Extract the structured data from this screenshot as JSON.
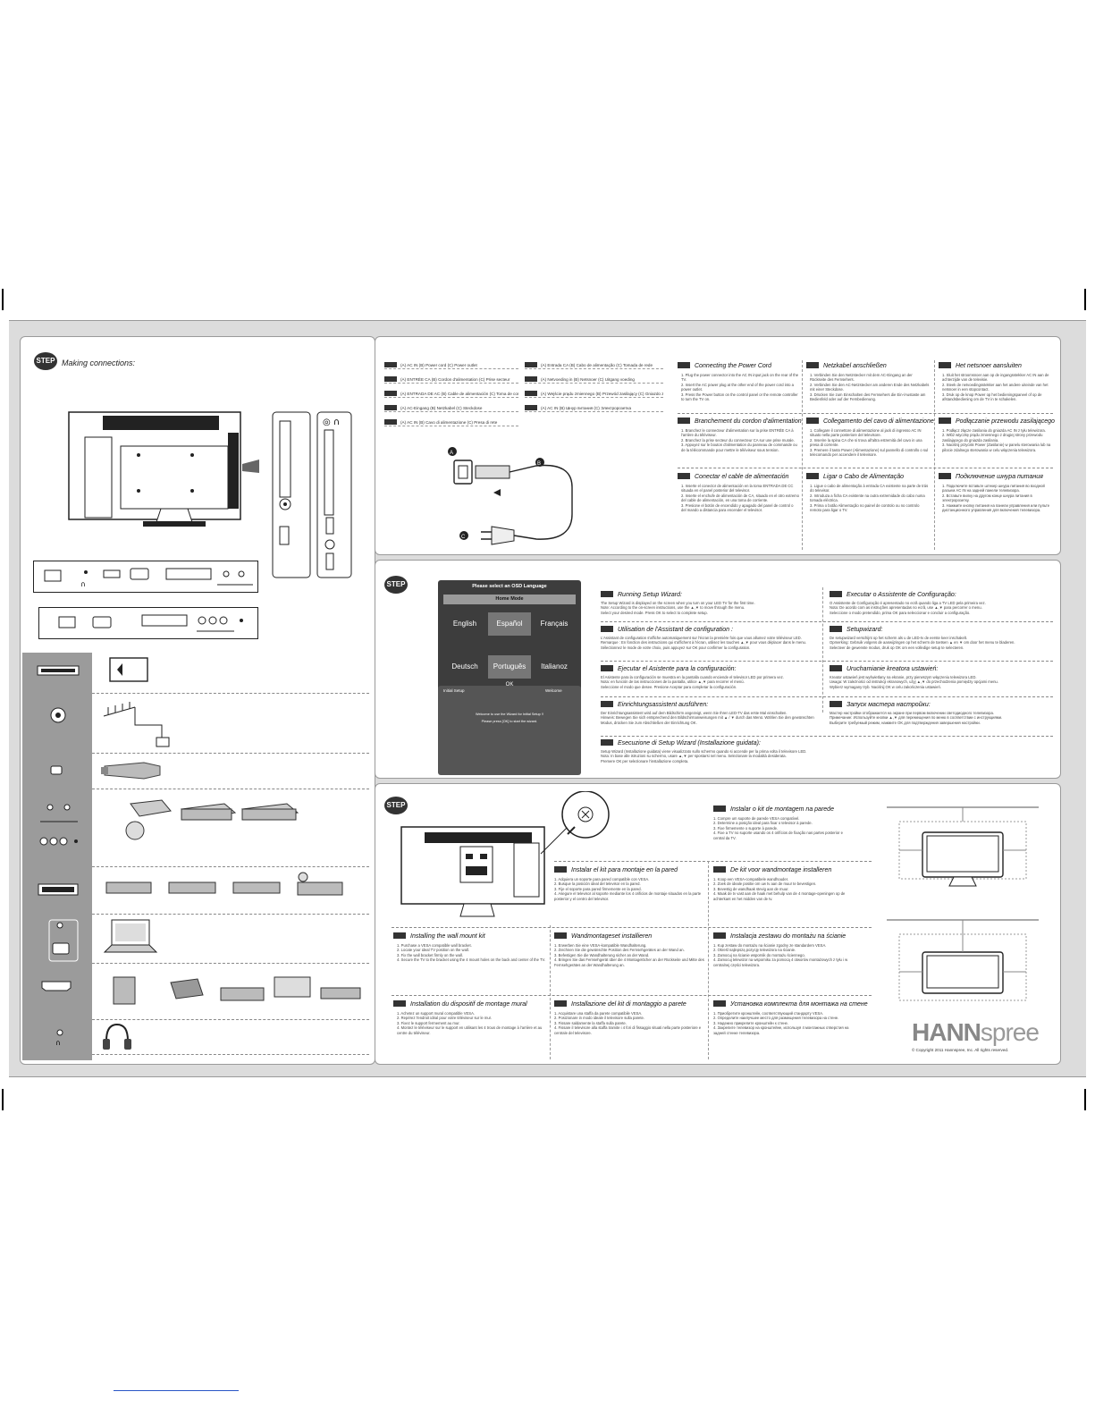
{
  "step1": {
    "badge": "STEP",
    "title": "Making connections:"
  },
  "power_legend": [
    "(A) AC IN (B) Power cord (C) Power outlet",
    "(A) ENTRÉE CA (B) Cordon d'alimentation (C) Prise secteur",
    "(A) ENTRADA DE AC (B) Cable de alimentación (C) Toma de corriente",
    "(A) AC-Eingang (B) Netzkabel (C) Steckdose",
    "(A) AC IN (B) Cavo di alimentazione (C) Presa di rete",
    "(A) Entrada CA (B) Cabo de alimentação (C) Tomada de rede",
    "(A) Netvoeding in (B) Netsnoer (C) Uitgang voeding",
    "(A) Wejście prądu zmiennego (B) Przewód zasilający (C) Gniazdo zasilania",
    "(A) AC IN (B) Шнур питания (C) Электророзетка"
  ],
  "power_diagram_labels": {
    "a": "A",
    "b": "B",
    "c": "C"
  },
  "power_sections": [
    {
      "title": "Connecting the Power Cord",
      "body": "1. Plug the power connector into the AC IN input jack on the rear of the TV.\n2. Insert the AC power plug at the other end of the power cord into a power outlet.\n3. Press the Power button on the control panel or the remote controller to turn the TV on."
    },
    {
      "title": "Netzkabel anschließen",
      "body": "1. Verbinden Sie den Netzstecker mit dem AC-Eingang an der Rückseite des Fernsehers.\n2. Verbinden Sie den AC-Netzstecker am anderen Ende des Netzkabels mit einer Steckdose.\n3. Drücken Sie zum Einschalten des Fernsehers die Ein-/Austaste am Bedienfeld oder auf der Fernbedienung."
    },
    {
      "title": "Het netsnoer aansluiten",
      "body": "1. Sluit het stroomsnoer aan op de ingangsstekker AC IN aan de achterzijde van de televisie.\n2. Steek de netvoedingsstekker aan het andere uiteinde van het netsnoer in een stopcontact.\n3. Druk op de knop Power op het bedieningspaneel of op de afstandsbediening om de TV in te schakelen."
    },
    {
      "title": "Branchement du cordon d'alimentation",
      "body": "1. Branchez le connecteur d'alimentation sur la prise ENTRÉE CA à l'arrière du téléviseur.\n2. Branchez la prise secteur du connecteur CA sur une prise murale.\n3. Appuyez sur le bouton d'alimentation du panneau de commande ou de la télécommande pour mettre le téléviseur sous tension."
    },
    {
      "title": "Collegamento del cavo di alimentazione",
      "body": "1. Collegare il connettore di alimentazione al jack di ingresso AC IN situato nella parte posteriore del televisore.\n2. Inserire la spina CA che si trova all'altra estremità del cavo in una presa di corrente.\n3. Premere il tasto Power (Alimentazione) sul pannello di controllo o sul telecomando per accendere il televisore."
    },
    {
      "title": "Podłączanie przewodu zasilającego",
      "body": "1. Podłącz złącze zasilania do gniazda AC IN z tyłu telewizora.\n2. Włóż wtyczkę prądu zmiennego z drugiej strony przewodu zasilającego do gniazda zasilania.\n3. Naciśnij przycisk Power (Zasilanie) w panelu sterowania lub na pilocie zdalnego sterowania w celu włączenia telewizora."
    },
    {
      "title": "Conectar el cable de alimentación",
      "body": "1. Inserte el conector de alimentación en la toma ENTRADA DE CC situada en el panel posterior del televisor.\n2. Inserte el enchufe de alimentación de CA, situado en el otro extremo del cable de alimentación, en una toma de corriente.\n3. Presione el botón de encendido y apagado del panel de control o del mando a distancia para encender el televisor."
    },
    {
      "title": "Ligar o Cabo de Alimentação",
      "body": "1. Ligue o cabo de alimentação à entrada CA existente na parte de trás do televisor.\n2. Introduza a ficha CA existente na outra extremidade do cabo numa tomada eléctrica.\n3. Prima o botão Alimentação no painel de controlo ou no controlo remoto para ligar o TV."
    },
    {
      "title": "Подключение шнура питания",
      "body": "1. Подключите вставьте штекер шнура питания во входной разъем AC IN на задней панели телевизора.\n2. Вставьте вилку на другом конце шнура питания в электророзетку.\n3. Нажмите кнопку питания на панели управления или пульте дистанционного управления для включения телевизора."
    }
  ],
  "step2": {
    "badge": "STEP"
  },
  "osd": {
    "title": "Please select an OSD Language",
    "mode": "Home Mode",
    "languages": [
      "English",
      "Español",
      "Français",
      "Deutsch",
      "Português",
      "Italianoz"
    ],
    "ok": "OK"
  },
  "setup_screen": {
    "left": "Initial Setup",
    "right": "Welcome",
    "line1": "Welcome to use the Wizard for Initial Setup !!",
    "line2": "Please press [OK] to start the wizard."
  },
  "wizard_sections": [
    {
      "title": "Running Setup Wizard:",
      "body": "The Setup Wizard is displayed on the screen when you turn on your LED TV for the first time.\nNote: According to the on-screen instructions, use the ▲,▼ to move through the menu.\nSelect your desired mode. Press OK to select to complete setup."
    },
    {
      "title": "Executar o Assistente de Configuração:",
      "body": "O Assistente de Configuração é apresentado no ecrã quando liga a TV LED pela primeira vez.\nNota: De acordo com as instruções apresentadas no ecrã, use ▲,▼ para percorrer o menu.\nSeleccione o modo pretendido, prima OK para seleccionar e concluir a configuração."
    },
    {
      "title": "Utilisation de l'Assistant de configuration :",
      "body": "L'Assistant de configuration s'affiche automatiquement sur l'écran la première fois que vous allumez votre téléviseur LED.\nRemarque : En fonction des instructions qui s'affichent à l'écran, utilisez les touches ▲,▼ pour vous déplacer dans le menu.\nSélectionnez le mode de votre choix, puis appuyez sur OK pour confirmer la configuration."
    },
    {
      "title": "Setupwizard:",
      "body": "De setupwizard verschijnt op het scherm als u de LED-tv de eerste keer inschakelt.\nOpmerking: Gebruik volgens de aanwijzingen op het scherm de toetsen ▲ en ▼ om door het menu te bladeren.\nSelecteer de gewenste modus, druk op OK om een volledige setup te selecteren."
    },
    {
      "title": "Ejecutar el Asistente para la configuración:",
      "body": "El Asistente para la configuración se muestra en la pantalla cuando enciende el televisor LED por primera vez.\nNota: en función de las instrucciones de la pantalla, utilice ▲,▼ para recorrer el menú.\nSeleccione el modo que desee. Presione Aceptar para completar la configuración."
    },
    {
      "title": "Uruchamianie kreatora ustawień:",
      "body": "Kreator ustawień jest wyświetlany na ekranie, przy pierwszym włączeniu telewizora LED.\nUwaga: W zależności od instrukcji ekranowych, użyj ▲,▼ do przechodzenia pomiędzy opcjami menu.\nWybierz wymagany tryb. Naciśnij OK w celu zakończenia ustawień."
    },
    {
      "title": "Einrichtungsassistent ausführen:",
      "body": "Der Einrichtungsassistent wird auf dem Bildschirm angezeigt, wenn Sie Ihren LED-TV das erste Mal einschalten.\nHinweis: Bewegen Sie sich entsprechend den Bildschirmanweisungen mit ▲ / ▼ durch das Menü. Wählen Sie den gewünschten Modus, drücken Sie zum Abschließen der Einrichtung OK."
    },
    {
      "title": "Запуск мастера настройки:",
      "body": "Мастер настройки отображается на экране при первом включении светодиодного телевизора.\nПримечание: Используйте кнопки ▲,▼ для перемещения по меню в соответствии с инструкциями.\nВыберите требуемый режим, нажмите OK для подтверждения завершения настройки."
    },
    {
      "title": "Esecuzione di Setup Wizard (Installazione guidata):",
      "body": "Setup Wizard (Installazione guidata) viene visualizzato sullo schermo quando si accende per la prima volta il televisore LED.\nNota: In base alle istruzioni su schermo, usare ▲,▼ per spostarsi nel menu. Selezionare la modalità desiderata.\nPremere OK per selezionare l'installazione completa."
    }
  ],
  "step3": {
    "badge": "STEP"
  },
  "wall_sections": [
    {
      "title": "Instalar o kit de montagem na parede",
      "body": "1. Compre um suporte de parede VESA compatível.\n2. Determine a posição ideal para fixar o televisor à parede.\n3. Fixe firmemente o suporte à parede.\n4. Fixe a TV no suporte usando os 4 orifícios de fixação nas partes posterior e central da TV."
    },
    {
      "title": "Instalar el kit para montaje en la pared",
      "body": "1. Adquiera un soporte para pared compatible con VESA.\n2. Busque la posición ideal del televisor en la pared.\n3. Fije el soporte para pared firmemente en la pared.\n4. Asegure el televisor al soporte mediante los 4 orificios de montaje situados en la parte posterior y el centro del televisor."
    },
    {
      "title": "De kit voor wandmontage installeren",
      "body": "1. Koop een VESA-compatibele wandhouder.\n2. Zoek de ideale positie om uw tv aan de muur te bevestigen.\n3. Bevestig de wandhaak stevig aan de muur.\n4. Maak de tv vast aan de haak met behulp van de 4 montage-openingen op de achterkant en het midden van de tv."
    },
    {
      "title": "Installing the wall mount kit",
      "body": "1. Purchase a VESA compatible wall bracket.\n2. Locate your ideal TV position on the wall.\n3. Fix the wall bracket firmly on the wall.\n4. Secure the TV to the bracket using the 4 mount holes on the back and center of the TV."
    },
    {
      "title": "Wandmontageset installieren",
      "body": "1. Erwerben Sie eine VESA-kompatible Wandhalterung.\n2. Zeichnen Sie die gewünschte Position des Fernsehgerätes an der Wand an.\n3. Befestigen Sie die Wandhalterung sicher an der Wand.\n4. Bringen Sie das Fernsehgerät über die 4 Montagelöcher an der Rückseite und Mitte des Fernsehgerätes an der Wandhalterung an."
    },
    {
      "title": "Instalacja zestawu do montażu na ścianie",
      "body": "1. Kup zestaw do montażu na ścianie zgodny ze standardem VESA.\n2. Określ najlepszą pozycję telewizora na ścianie.\n3. Zamocuj na ścianie wspornik do montażu ściennego.\n4. Zamocuj telewizor na wsporniku za pomocą 4 otworów montażowych z tyłu i w centralnej części telewizora."
    },
    {
      "title": "Installation du dispositif de montage mural",
      "body": "1. Achetez un support mural compatible VESA.\n2. Repérez l'endroit idéal pour votre téléviseur sur le mur.\n3. Fixez le support fermement au mur.\n4. Montez le téléviseur sur le support en utilisant les 4 trous de montage à l'arrière et au centre du téléviseur."
    },
    {
      "title": "Installazione del kit di montaggio a parete",
      "body": "1. Acquistare una staffa da parete compatibile VESA.\n2. Posizionare in modo ideale il televisore sulla parete.\n3. Fissare saldamente la staffa sulla parete.\n4. Fissare il televisore alla staffa tramite i 4 fori di fissaggio situati nella parte posteriore e centrale del televisore."
    },
    {
      "title": "Установка комплекта для монтажа на стене",
      "body": "1. Приобретите кронштейн, соответствующий стандарту VESA.\n2. Определите наилучшее место для размещения телевизора на стене.\n3. Надежно прикрепите кронштейн к стене.\n4. Закрепите телевизор на кронштейне, используя 4 монтажных отверстия на задней стенке телевизора."
    }
  ],
  "brand": {
    "name_a": "HANN",
    "name_b": "spree",
    "copyright": "© Copyright 2011 Hannspree, Inc. All rights reserved."
  }
}
